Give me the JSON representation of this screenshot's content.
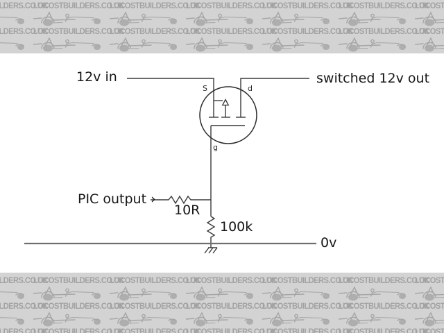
{
  "watermark": {
    "text": "LOCOSTBUILDERS.CO.UK",
    "logo": "locost-kit-car-sketch",
    "background": "#d3d3d3",
    "ink": "#a2a2a2"
  },
  "colors": {
    "canvas_bg": "#ffffff",
    "wire": "#3a3a3a",
    "rail": "#6e6e6e",
    "label": "#161616"
  },
  "circuit": {
    "labels": {
      "supply_in": "12v in",
      "switched_out": "switched 12v out",
      "control_in": "PIC output ›",
      "gate_resistor": "10R",
      "pulldown_resistor": "100k",
      "ground_rail": "0v",
      "mosfet_source": "S",
      "mosfet_drain": "d",
      "mosfet_gate": "g"
    }
  }
}
